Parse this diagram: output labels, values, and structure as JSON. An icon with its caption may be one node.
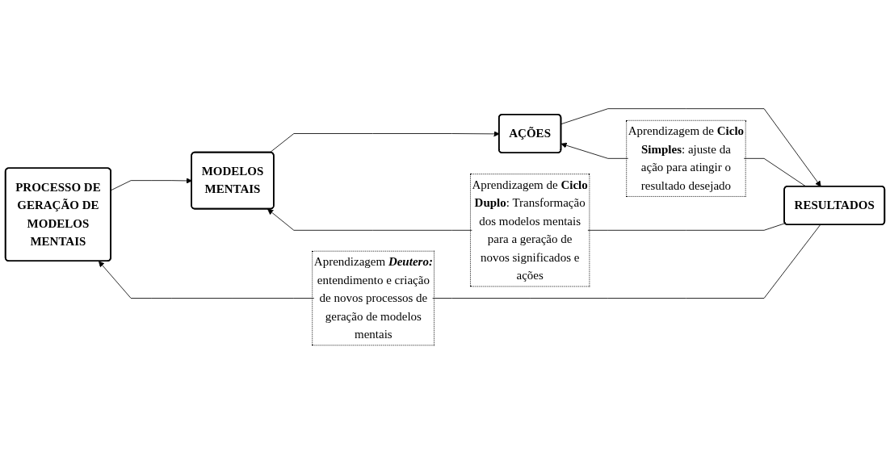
{
  "diagram": {
    "nodes": [
      {
        "text": [
          "PROCESSO DE GERAÇÃO DE MODELOS MENTAIS"
        ]
      },
      {
        "text": [
          "MODELOS MENTAIS"
        ]
      },
      {
        "text": [
          "AÇÕES"
        ]
      },
      {
        "text": [
          "RESULTADOS"
        ]
      }
    ],
    "edges": [
      {
        "from": 0,
        "to": 1,
        "arrow": "to"
      },
      {
        "from": 1,
        "to": 2,
        "arrow": "to"
      },
      {
        "from": 2,
        "to": 3,
        "arrow": "to"
      },
      {
        "from": 3,
        "to": 2,
        "arrow": "to",
        "label": "Aprendizagem de **Ciclo Simples**: ajuste da ação para atingir o resultado desejado"
      },
      {
        "from": 3,
        "to": 1,
        "arrow": "to",
        "label": "Aprendizagem de **Ciclo Duplo**: Transformação dos modelos mentais para a geração de novos significados e ações"
      },
      {
        "from": 3,
        "to": 0,
        "arrow": "to",
        "label": "Aprendizagem **Deutero**: entendimento e criação de novos processos de geração de modelos mentais"
      }
    ]
  }
}
